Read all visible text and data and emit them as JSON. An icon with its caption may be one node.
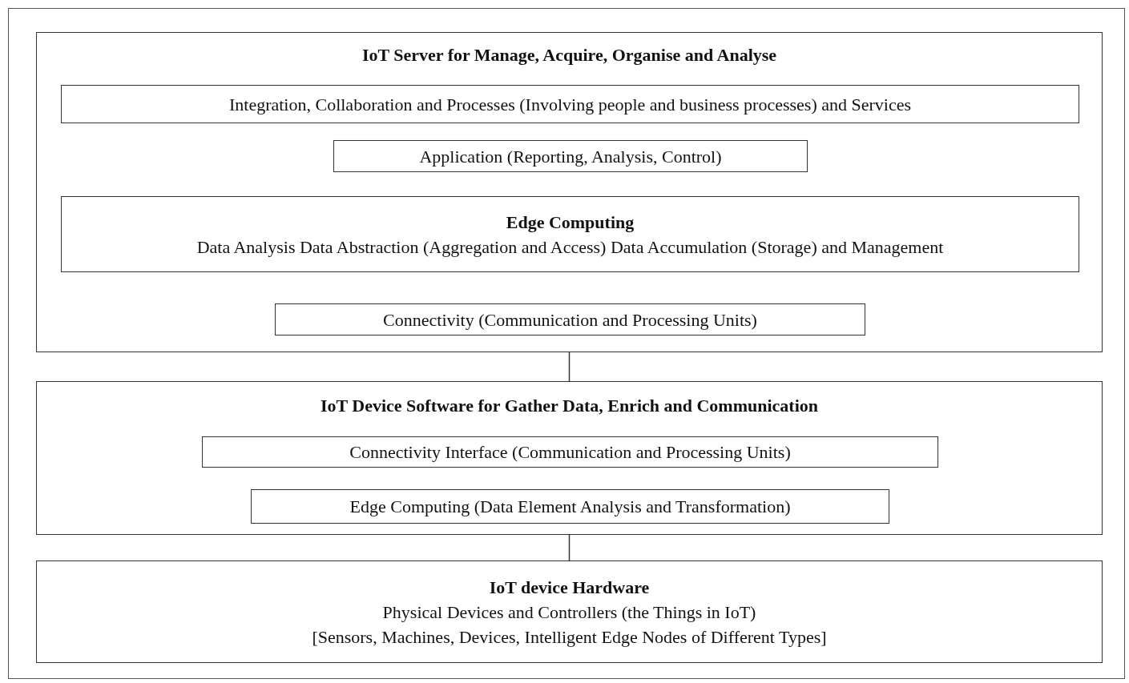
{
  "diagram": {
    "nodes": [
      {
        "text": [
          "IoT Server for Manage, Acquire, Organise and Analyse"
        ]
      },
      {
        "text": [
          "Integration, Collaboration and Processes (Involving people and business processes) and Services"
        ],
        "in": 0
      },
      {
        "text": [
          "Application (Reporting, Analysis, Control)"
        ],
        "in": 0
      },
      {
        "text": [
          "Edge Computing",
          "Data Analysis Data Abstraction (Aggregation and Access) Data Accumulation (Storage) and Management"
        ],
        "in": 0
      },
      {
        "text": [
          "Connectivity (Communication and Processing Units)"
        ],
        "in": 0
      },
      {
        "text": [
          "IoT Device Software for Gather Data, Enrich and Communication"
        ]
      },
      {
        "text": [
          "Connectivity Interface (Communication and Processing Units)"
        ],
        "in": 5
      },
      {
        "text": [
          "Edge Computing (Data Element Analysis and Transformation)"
        ],
        "in": 5
      },
      {
        "text": [
          "IoT device Hardware",
          "Physical Devices and Controllers (the Things in IoT)",
          "[Sensors, Machines, Devices, Intelligent Edge Nodes of Different Types]"
        ]
      }
    ],
    "edges": [
      {
        "from": 0,
        "to": 5,
        "arrow": "none"
      },
      {
        "from": 5,
        "to": 8,
        "arrow": "none"
      }
    ]
  }
}
